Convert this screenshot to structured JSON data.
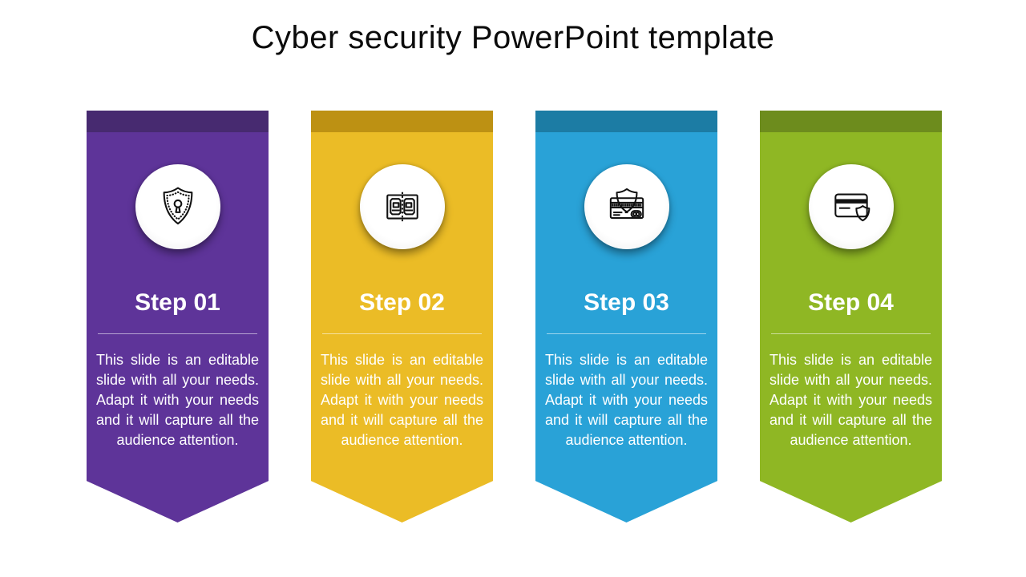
{
  "page": {
    "title": "Cyber security PowerPoint template",
    "background_color": "#FFFFFF",
    "title_color": "#0B0B0B"
  },
  "shared": {
    "text_color": "#FFFFFF",
    "divider_color": "rgba(255,255,255,0.55)",
    "icon_stroke_color": "#111111",
    "circle_fill_color": "#FFFFFF"
  },
  "banners": [
    {
      "step_label": "Step 01",
      "description": "This slide is an editable slide with all your needs. Adapt it with your needs and it will capture all the audience attention.",
      "icon": "shield-keyhole-icon",
      "body_color": "#5E3499",
      "band_color": "#472A70"
    },
    {
      "step_label": "Step 02",
      "description": "This slide is an editable slide with all your needs. Adapt it with your needs and it will capture all the audience attention.",
      "icon": "secure-passbook-icon",
      "body_color": "#EBBC26",
      "band_color": "#BD9113"
    },
    {
      "step_label": "Step 03",
      "description": "This slide is an editable slide with all your needs. Adapt it with your needs and it will capture all the audience attention.",
      "icon": "credit-card-shield-icon",
      "body_color": "#29A2D7",
      "band_color": "#1C7CA4"
    },
    {
      "step_label": "Step 04",
      "description": "This slide is an editable slide with all your needs. Adapt it with your needs and it will capture all the audience attention.",
      "icon": "card-protection-shield-icon",
      "body_color": "#8FB724",
      "band_color": "#6D8C1D"
    }
  ]
}
